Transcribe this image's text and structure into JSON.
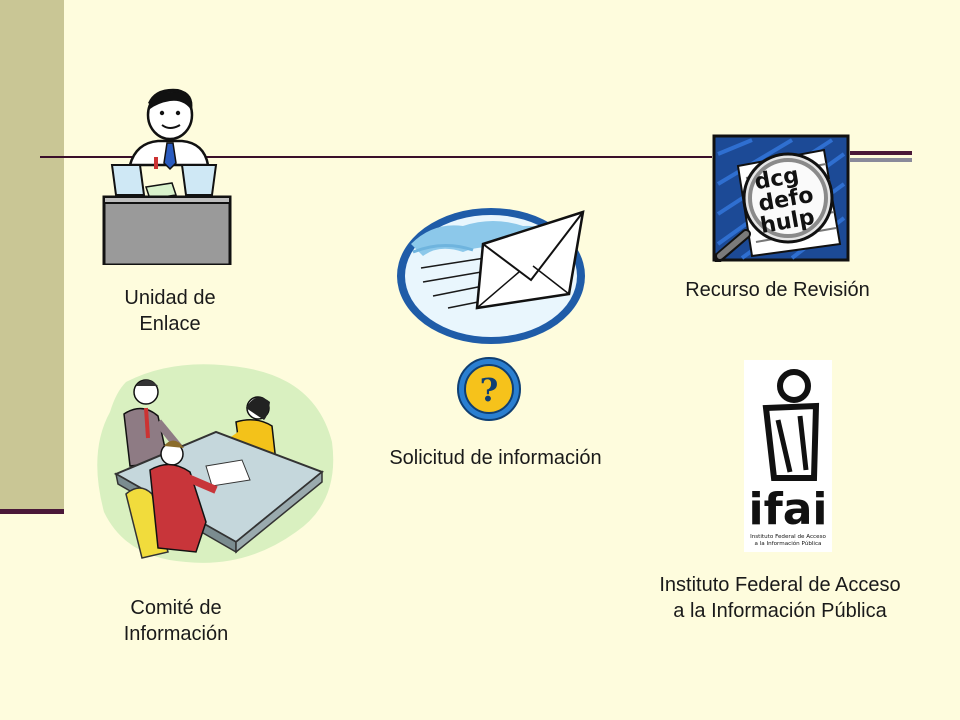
{
  "slide": {
    "colors": {
      "background": "#fefcdd",
      "sidebar": "#c9c695",
      "accent_rule": "#4a1838"
    },
    "items": [
      {
        "id": "unidad",
        "icon": "clerk-at-desk-icon",
        "label_lines": [
          "Unidad de",
          "Enlace"
        ]
      },
      {
        "id": "solicitud",
        "icon": "envelope-mail-icon",
        "secondary_icon": "question-mark-icon",
        "label_lines": [
          "Solicitud de información"
        ]
      },
      {
        "id": "recurso",
        "icon": "magnifying-glass-document-icon",
        "label_lines": [
          "Recurso de Revisión"
        ]
      },
      {
        "id": "comite",
        "icon": "meeting-table-icon",
        "label_lines": [
          "Comité de",
          "Información"
        ]
      },
      {
        "id": "ifai",
        "icon": "ifai-logo-icon",
        "logo_text": "ifai",
        "logo_subtext": "Instituto Federal de Acceso a la Información Pública",
        "label_lines": [
          "Instituto Federal de Acceso",
          "a la Información Pública"
        ]
      }
    ]
  }
}
